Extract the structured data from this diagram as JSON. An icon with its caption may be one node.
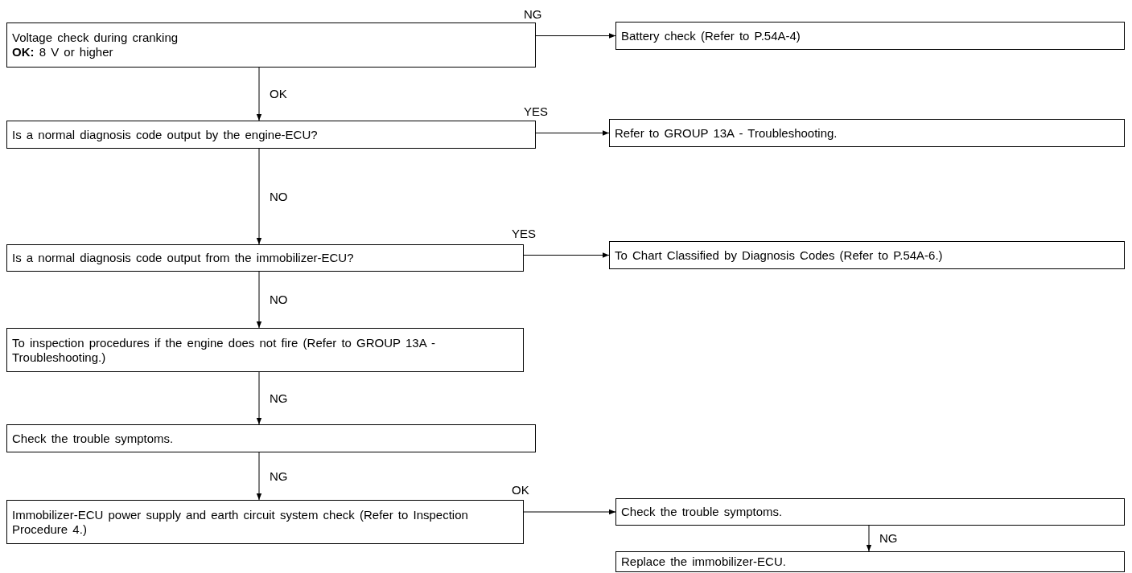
{
  "diagram": {
    "nodes": [
      {
        "text": [
          "Voltage check during cranking",
          "**OK:**  8 V or higher"
        ]
      },
      {
        "text": [
          "Battery check (Refer to P.54A-4)"
        ]
      },
      {
        "text": [
          "Is a normal diagnosis code output by the engine-ECU?"
        ]
      },
      {
        "text": [
          "Refer to GROUP 13A - Troubleshooting."
        ]
      },
      {
        "text": [
          "Is a normal diagnosis code output from the immobilizer-ECU?"
        ]
      },
      {
        "text": [
          "To Chart Classified by Diagnosis Codes (Refer to P.54A-6.)"
        ]
      },
      {
        "text": [
          "To inspection procedures if the engine does not fire (Refer to GROUP 13A - Troubleshooting.)"
        ]
      },
      {
        "text": [
          "Check the trouble symptoms."
        ]
      },
      {
        "text": [
          "Immobilizer-ECU power supply and earth circuit system check (Refer to Inspection Procedure 4.)"
        ]
      },
      {
        "text": [
          "Check the trouble symptoms."
        ]
      },
      {
        "text": [
          "Replace the immobilizer-ECU."
        ]
      }
    ],
    "edges": [
      {
        "from": 0,
        "to": 1,
        "arrow": "to",
        "label": "NG"
      },
      {
        "from": 0,
        "to": 2,
        "arrow": "to",
        "label": "OK"
      },
      {
        "from": 2,
        "to": 3,
        "arrow": "to",
        "label": "YES"
      },
      {
        "from": 2,
        "to": 4,
        "arrow": "to",
        "label": "NO"
      },
      {
        "from": 4,
        "to": 5,
        "arrow": "to",
        "label": "YES"
      },
      {
        "from": 4,
        "to": 6,
        "arrow": "to",
        "label": "NO"
      },
      {
        "from": 6,
        "to": 7,
        "arrow": "to",
        "label": "NG"
      },
      {
        "from": 7,
        "to": 8,
        "arrow": "to",
        "label": "NG"
      },
      {
        "from": 8,
        "to": 9,
        "arrow": "to",
        "label": "OK"
      },
      {
        "from": 9,
        "to": 10,
        "arrow": "to",
        "label": "NG"
      }
    ]
  }
}
